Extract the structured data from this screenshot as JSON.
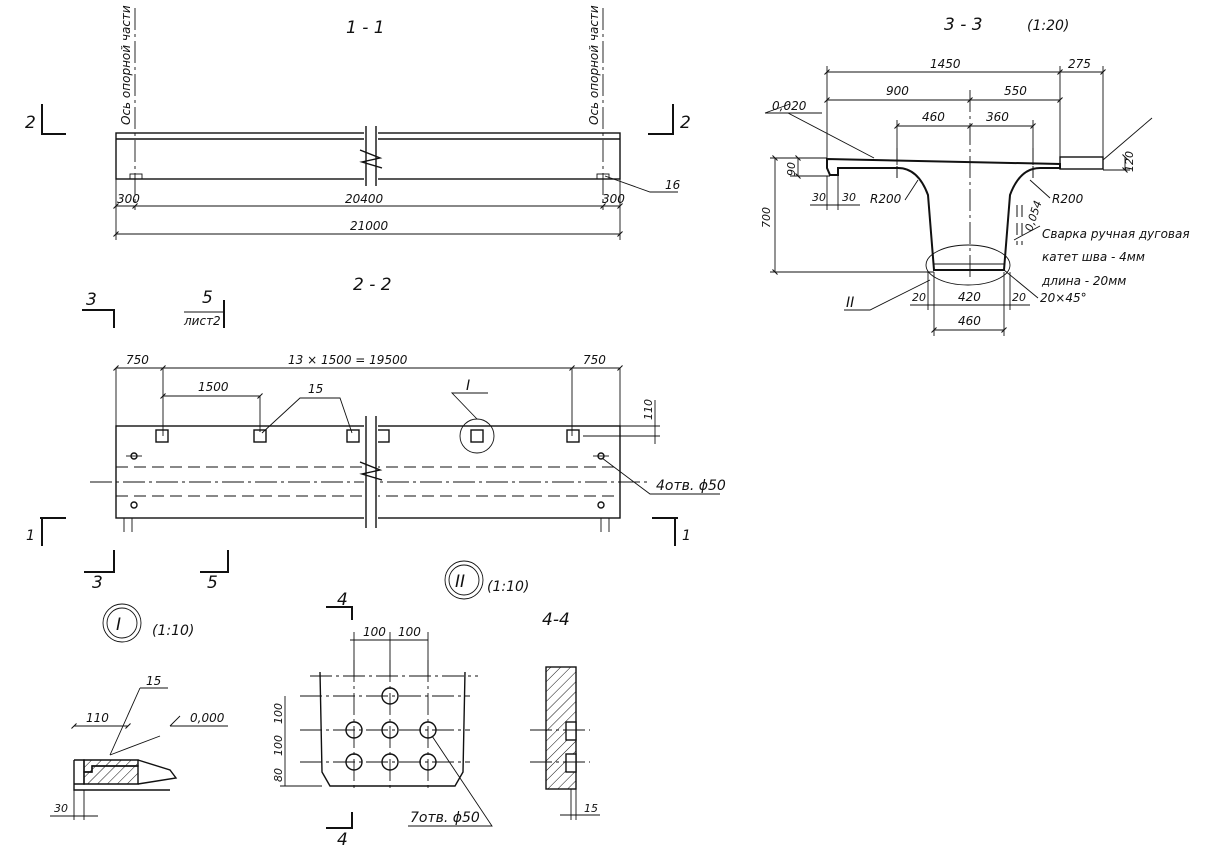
{
  "section_1_1": {
    "title": "1 - 1",
    "axis_left": "Ось опорной части",
    "axis_right": "Ось опорной части",
    "cut_left": "2",
    "cut_right": "2",
    "dim_300_left": "300",
    "dim_20400": "20400",
    "dim_300_right": "300",
    "dim_21000": "21000",
    "callout_16": "16"
  },
  "section_2_2": {
    "title": "2 - 2",
    "cut_3_top": "3",
    "cut_5_top": "5",
    "sheet_ref": "лист2",
    "dim_750_left": "750",
    "dim_spacing": "13 × 1500 = 19500",
    "dim_750_right": "750",
    "dim_1500": "1500",
    "callout_15": "15",
    "detail_I": "I",
    "dim_110": "110",
    "holes_note": "4отв. ϕ50",
    "cut_1_left": "1",
    "cut_1_right": "1",
    "cut_3_bottom": "3",
    "cut_5_bottom": "5"
  },
  "section_3_3": {
    "title": "3 - 3",
    "scale": "(1:20)",
    "dim_1450": "1450",
    "dim_275": "275",
    "dim_900": "900",
    "dim_550": "550",
    "slope_left": "0,020",
    "dim_460_top": "460",
    "dim_360": "360",
    "dim_90": "90",
    "dim_120": "120",
    "dim_700": "700",
    "dim_30a": "30",
    "dim_30b": "30",
    "radius_left": "R200",
    "radius_right": "R200",
    "slope_right": "0,054",
    "weld_note_1": "Сварка ручная дуговая",
    "weld_note_2": "катет шва - 4мм",
    "weld_note_3": "длина      - 20мм",
    "chamfer": "20×45°",
    "detail_II": "II",
    "dim_20_left": "20",
    "dim_420": "420",
    "dim_20_right": "20",
    "dim_460_bottom": "460"
  },
  "detail_I_view": {
    "label": "I",
    "scale": "(1:10)",
    "callout_15": "15",
    "dim_110": "110",
    "level": "0,000",
    "dim_30": "30"
  },
  "detail_II_view": {
    "label": "II",
    "scale": "(1:10)",
    "cut_4_top": "4",
    "cut_4_bottom": "4",
    "dim_100a": "100",
    "dim_100b": "100",
    "dim_100v1": "100",
    "dim_100v2": "100",
    "dim_80": "80",
    "holes_note": "7отв. ϕ50"
  },
  "section_4_4": {
    "title": "4-4",
    "dim_15": "15"
  }
}
